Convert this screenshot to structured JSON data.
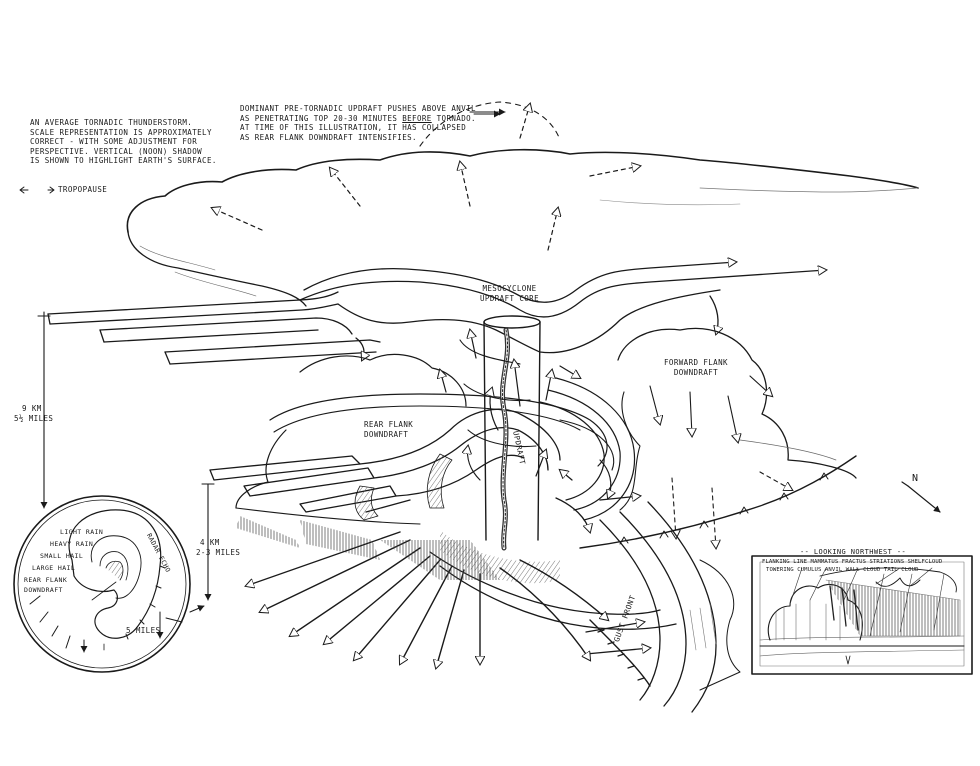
{
  "header": {
    "intro": [
      "AN AVERAGE TORNADIC THUNDERSTORM.",
      "SCALE REPRESENTATION IS APPROXIMATELY",
      "CORRECT - WITH SOME ADJUSTMENT FOR",
      "PERSPECTIVE. VERTICAL (NOON) SHADOW",
      "IS SHOWN TO HIGHLIGHT EARTH'S SURFACE."
    ],
    "tropopause": "TROPOPAUSE",
    "note_pre": "DOMINANT PRE-TORNADIC UPDRAFT PUSHES ABOVE ANVIL AS PENETRATING TOP 20-30 MINUTES ",
    "note_emph": "BEFORE",
    "note_post": " TORNADO. AT TIME OF THIS ILLUSTRATION, IT HAS COLLAPSED AS REAR FLANK DOWNDRAFT INTENSIFIES."
  },
  "labels": {
    "mesocyclone": [
      "MESOCYCLONE",
      "UPDRAFT CORE"
    ],
    "forward_flank": [
      "FORWARD FLANK",
      "DOWNDRAFT"
    ],
    "rear_flank": [
      "REAR FLANK",
      "DOWNDRAFT"
    ],
    "gust_front": "GUST FRONT",
    "updraft": "UPDRAFT",
    "height_9km": [
      "9 KM",
      "5½ MILES"
    ],
    "height_4km": [
      "4 KM",
      "2-3 MILES"
    ],
    "north": "N"
  },
  "radar": {
    "light_rain": "LIGHT RAIN",
    "heavy_rain": "HEAVY RAIN",
    "small_hail": "SMALL HAIL",
    "large_hail": "LARGE HAIL",
    "rear_flank": [
      "REAR FLANK",
      "DOWNDRAFT"
    ],
    "radar_echo": "RADAR ECHO",
    "scale": "5 MILES"
  },
  "inset": {
    "title": "LOOKING NORTHWEST",
    "row1": "FLANKING LINE  MAMMATUS  FRACTUS  STRIATIONS  SHELFCLOUD",
    "row2": "TOWERING CUMULUS  ANVIL  WALL CLOUD  TAIL CLOUD"
  }
}
